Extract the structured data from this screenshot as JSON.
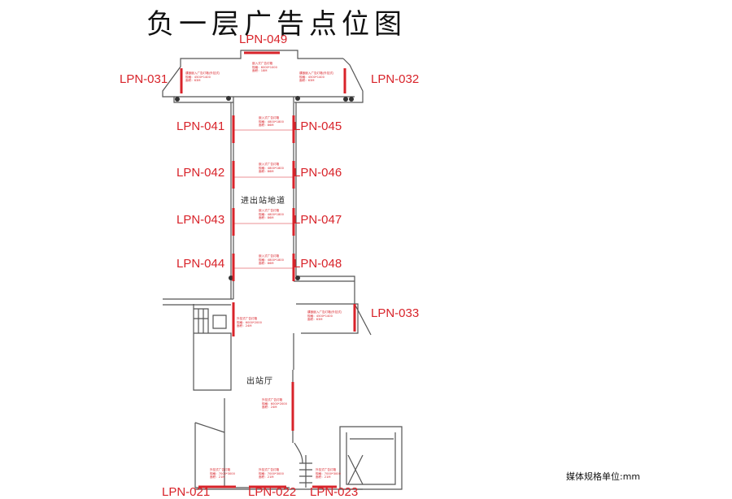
{
  "title": "负一层广告点位图",
  "areas": {
    "corridor": "进出站地道",
    "hall": "出站厅"
  },
  "unit_note": "媒体规格单位:mm",
  "points": [
    {
      "id": "LPN-049"
    },
    {
      "id": "LPN-031"
    },
    {
      "id": "LPN-032"
    },
    {
      "id": "LPN-041"
    },
    {
      "id": "LPN-045"
    },
    {
      "id": "LPN-042"
    },
    {
      "id": "LPN-046"
    },
    {
      "id": "LPN-043"
    },
    {
      "id": "LPN-047"
    },
    {
      "id": "LPN-044"
    },
    {
      "id": "LPN-048"
    },
    {
      "id": "LPN-033"
    },
    {
      "id": "LPN-021"
    },
    {
      "id": "LPN-022"
    },
    {
      "id": "LPN-023"
    }
  ],
  "specs": [
    {
      "type": "嵌入式广告灯箱",
      "size": "规格：6000*1000",
      "area": "面积：18M"
    },
    {
      "type": "镶嵌嵌入广告灯箱(外挂式)",
      "size": "规格：4500*1400",
      "area": "面积：63M"
    },
    {
      "type": "镶嵌嵌入广告灯箱(外挂式)",
      "size": "规格：4500*1400",
      "area": "面积：63M"
    },
    {
      "type": "嵌入式广告灯箱",
      "size": "规格：4800*1800",
      "area": "面积：86M"
    },
    {
      "type": "嵌入式广告灯箱",
      "size": "规格：4800*1800",
      "area": "面积：86M"
    },
    {
      "type": "嵌入式广告灯箱",
      "size": "规格：4800*1800",
      "area": "面积：86M"
    },
    {
      "type": "嵌入式广告灯箱",
      "size": "规格：4800*1800",
      "area": "面积：86M"
    },
    {
      "type": "镶嵌嵌入广告灯箱(外挂式)",
      "size": "规格：4500*1400",
      "area": "面积：63M"
    },
    {
      "type": "外挂式广告灯箱",
      "size": "规格：6000*2000",
      "area": "面积：24M"
    },
    {
      "type": "外挂式广告灯箱",
      "size": "规格：6000*2000",
      "area": "面积：24M"
    },
    {
      "type": "外挂式广告灯箱",
      "size": "规格：7000*3000",
      "area": "面积：21M"
    },
    {
      "type": "外挂式广告灯箱",
      "size": "规格：7000*3000",
      "area": "面积：21M"
    },
    {
      "type": "外挂式广告灯箱",
      "size": "规格：7000*3000",
      "area": "面积：21M"
    }
  ],
  "colors": {
    "ad_marker": "#d8232a",
    "wall": "#555555",
    "text": "#111111"
  }
}
